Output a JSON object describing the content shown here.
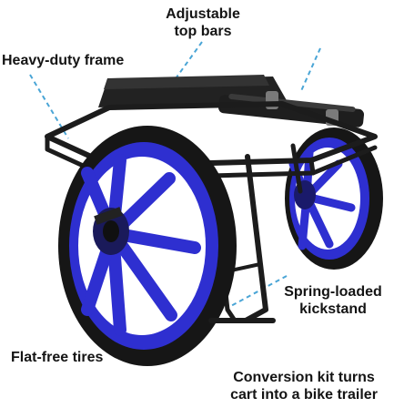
{
  "callouts": {
    "top_bars": [
      "Adjustable",
      "top bars"
    ],
    "frame": "Heavy-duty frame",
    "kickstand": [
      "Spring-loaded",
      "kickstand"
    ],
    "tires": "Flat-free tires",
    "conversion": [
      "Conversion kit turns",
      "cart into a bike trailer"
    ]
  },
  "colors": {
    "wheel_blue": "#2e2fd0",
    "tire_black": "#161616",
    "frame_black": "#1c1c1c",
    "leader_line": "#4aa5d6",
    "text": "#141414"
  }
}
